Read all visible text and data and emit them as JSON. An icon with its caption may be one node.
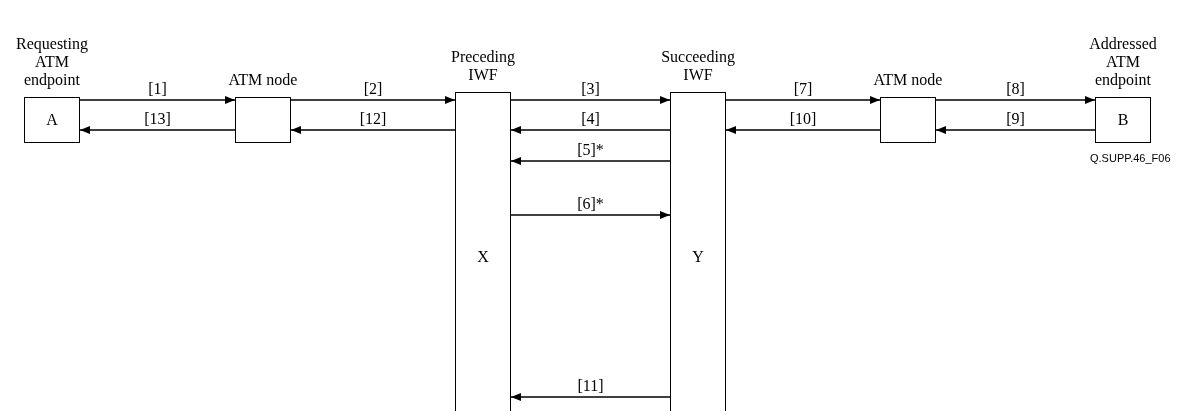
{
  "diagram": {
    "nodes": [
      {
        "text": [
          "Requesting ATM endpoint",
          "A"
        ]
      },
      {
        "text": [
          "ATM node"
        ]
      },
      {
        "text": [
          "Preceding IWF",
          "X"
        ]
      },
      {
        "text": [
          "Succeeding IWF",
          "Y"
        ]
      },
      {
        "text": [
          "ATM node"
        ]
      },
      {
        "text": [
          "Addressed ATM endpoint",
          "B"
        ]
      }
    ],
    "edges": [
      {
        "from": 0,
        "to": 1,
        "arrow": "to",
        "label": "[1]"
      },
      {
        "from": 1,
        "to": 2,
        "arrow": "to",
        "label": "[2]"
      },
      {
        "from": 2,
        "to": 3,
        "arrow": "to",
        "label": "[3]"
      },
      {
        "from": 3,
        "to": 2,
        "arrow": "to",
        "label": "[4]"
      },
      {
        "from": 3,
        "to": 2,
        "arrow": "to",
        "label": "[5]*"
      },
      {
        "from": 2,
        "to": 3,
        "arrow": "to",
        "label": "[6]*"
      },
      {
        "from": 3,
        "to": 4,
        "arrow": "to",
        "label": "[7]"
      },
      {
        "from": 4,
        "to": 5,
        "arrow": "to",
        "label": "[8]"
      },
      {
        "from": 5,
        "to": 4,
        "arrow": "to",
        "label": "[9]"
      },
      {
        "from": 4,
        "to": 3,
        "arrow": "to",
        "label": "[10]"
      },
      {
        "from": 3,
        "to": 2,
        "arrow": "to",
        "label": "[11]"
      },
      {
        "from": 2,
        "to": 1,
        "arrow": "to",
        "label": "[12]"
      },
      {
        "from": 1,
        "to": 0,
        "arrow": "to",
        "label": "[13]"
      }
    ],
    "labels": [
      "Q.SUPP.46_F06"
    ]
  }
}
